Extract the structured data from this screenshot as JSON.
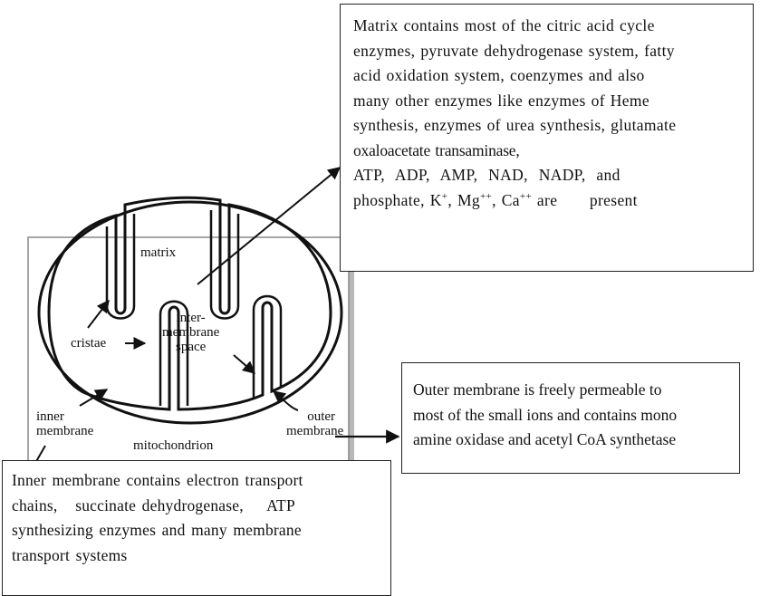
{
  "labels": {
    "matrix": "matrix",
    "cristae": "cristae",
    "intermembrane_space": [
      "inter-",
      "membrane",
      "space"
    ],
    "inner_membrane": [
      "inner",
      "membrane"
    ],
    "outer_membrane": [
      "outer",
      "membrane"
    ],
    "mitochondrion": "mitochondrion"
  },
  "matrix_box": {
    "line1": "Matrix  contains most of the citric acid cycle",
    "line2": "enzymes, pyruvate dehydrogenase system, fatty",
    "line3": "acid oxidation system, coenzymes  and also",
    "line4": "many other enzymes like enzymes of Heme",
    "line5": "synthesis, enzymes of urea synthesis, glutamate",
    "line6": "oxaloacetate transaminase,",
    "line7": "ATP,  ADP,  AMP,  NAD,  NADP,  and",
    "line8_prefix": "phosphate, K",
    "k_charge": "+",
    "mg_label": ", Mg",
    "mg_charge": "++",
    "ca_label": ", Ca",
    "ca_charge": "++",
    "line8_suffix": " are      present"
  },
  "outer_box": {
    "line1": "Outer membrane is freely permeable to",
    "line2": "most of the small ions and contains mono",
    "line3": "amine oxidase  and acetyl CoA synthetase"
  },
  "inner_box": {
    "line1": "Inner membrane contains electron transport",
    "line2": "chains,   succinate dehydrogenase,    ATP",
    "line3": "synthesizing enzymes and many membrane",
    "line4": "transport systems"
  }
}
